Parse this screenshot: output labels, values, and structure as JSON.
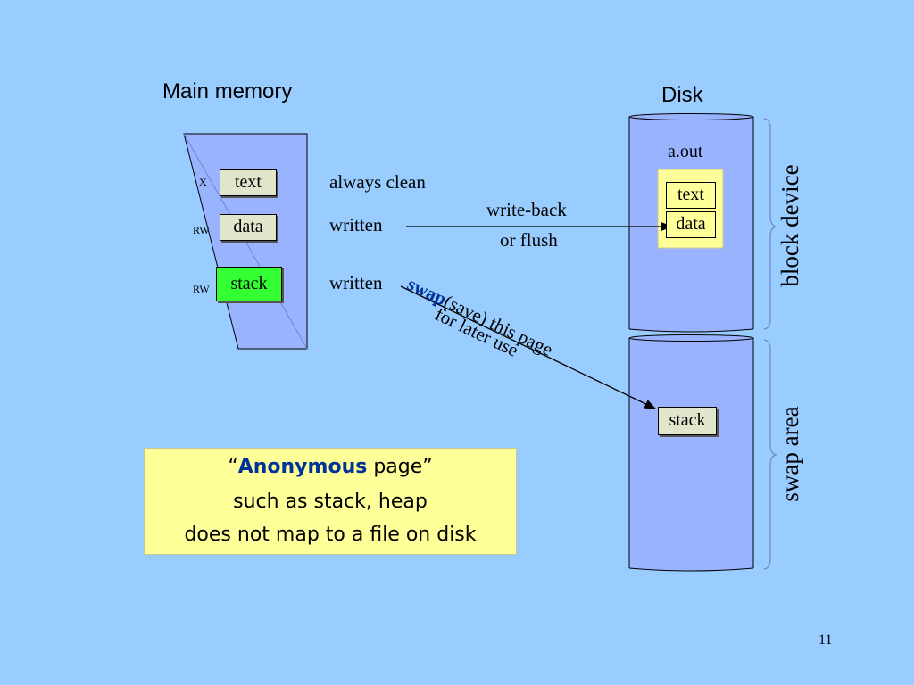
{
  "main_memory": {
    "title": "Main memory",
    "segments": [
      {
        "perm": "X",
        "label": "text"
      },
      {
        "perm": "RW",
        "label": "data"
      },
      {
        "perm": "RW",
        "label": "stack"
      }
    ]
  },
  "annotations": {
    "text_note": "always clean",
    "data_note": "written",
    "stack_note": "written",
    "writeback_line1": "write-back",
    "writeback_line2": "or flush",
    "swap_keyword": "swap",
    "swap_rest": "(save) this page",
    "swap_line2": "for later use"
  },
  "disk": {
    "title": "Disk",
    "file_name": "a.out",
    "file_segments": [
      "text",
      "data"
    ],
    "swap_item": "stack",
    "block_device_label": "block device",
    "swap_area_label": "swap area"
  },
  "callout": {
    "open_quote": "“",
    "keyword": "Anonymous",
    "rest": " page”",
    "line2": "such as stack, heap",
    "line3": "does not map to a file on disk"
  },
  "page_number": "11",
  "colors": {
    "background": "#99ccff",
    "memory_fill": "#99b3ff",
    "segment_fill": "#e0e6cc",
    "stack_fill": "#33ff33",
    "file_fill": "#ffff99",
    "keyword": "#003399"
  }
}
